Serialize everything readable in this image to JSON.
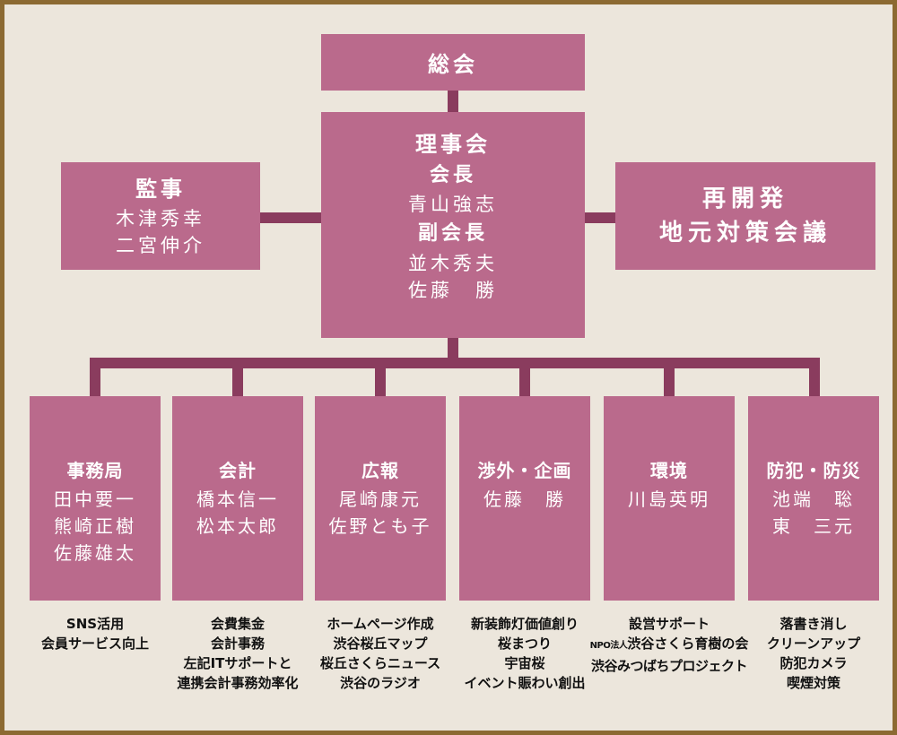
{
  "colors": {
    "box": "#ba6a8c",
    "line": "#8a3c5e",
    "background": "#ece6dc",
    "border": "#8c6a32"
  },
  "general_meeting": {
    "title": "総会"
  },
  "board": {
    "title": "理事会",
    "chair_label": "会長",
    "chair": "青山強志",
    "vice_label": "副会長",
    "vice": [
      "並木秀夫",
      "佐藤　勝"
    ]
  },
  "auditors": {
    "title": "監事",
    "members": [
      "木津秀幸",
      "二宮伸介"
    ]
  },
  "redevelopment": {
    "lines": [
      "再開発",
      "地元対策会議"
    ]
  },
  "departments": [
    {
      "title": "事務局",
      "members": [
        "田中要一",
        "熊崎正樹",
        "佐藤雄太"
      ],
      "duties": [
        {
          "text": "SNS活用"
        },
        {
          "text": "会員サービス向上"
        }
      ]
    },
    {
      "title": "会計",
      "members": [
        "橋本信一",
        "松本太郎"
      ],
      "duties": [
        {
          "text": "会費集金"
        },
        {
          "text": "会計事務"
        },
        {
          "text": "左記ITサポートと"
        },
        {
          "text": "連携会計事務効率化"
        }
      ]
    },
    {
      "title": "広報",
      "members": [
        "尾崎康元",
        "佐野とも子"
      ],
      "duties": [
        {
          "text": "ホームページ作成"
        },
        {
          "text": "渋谷桜丘マップ"
        },
        {
          "text": "桜丘さくらニュース"
        },
        {
          "text": "渋谷のラジオ"
        }
      ]
    },
    {
      "title": "渉外・企画",
      "members": [
        "佐藤　勝"
      ],
      "duties": [
        {
          "text": "新装飾灯価値創り"
        },
        {
          "text": "桜まつり"
        },
        {
          "text": "宇宙桜"
        },
        {
          "text": "イベント賑わい創出"
        }
      ]
    },
    {
      "title": "環境",
      "members": [
        "川島英明"
      ],
      "duties": [
        {
          "text": "設営サポート"
        },
        {
          "prefix": "NPO法人",
          "text": "渋谷さくら育樹の会"
        },
        {
          "text": "渋谷みつばちプロジェクト"
        }
      ]
    },
    {
      "title": "防犯・防災",
      "members": [
        "池端　聡",
        "東　三元"
      ],
      "duties": [
        {
          "text": "落書き消し"
        },
        {
          "text": "クリーンアップ"
        },
        {
          "text": "防犯カメラ"
        },
        {
          "text": "喫煙対策"
        }
      ]
    }
  ]
}
